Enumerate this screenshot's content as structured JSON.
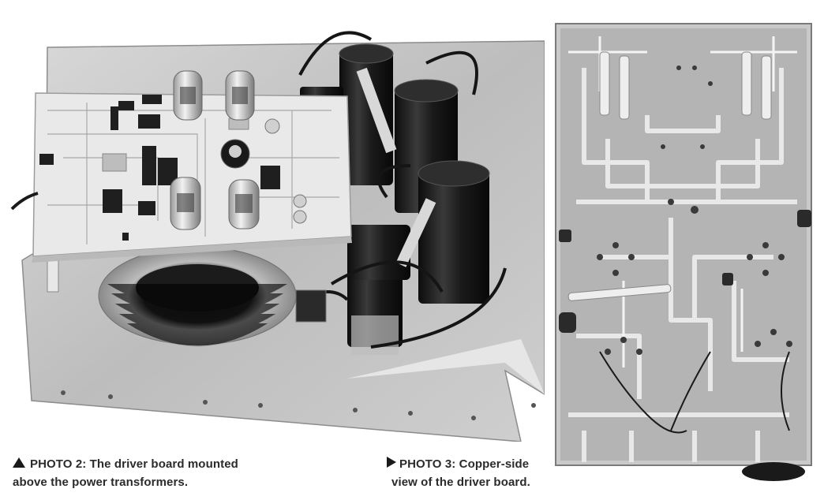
{
  "photo2": {
    "caption_label": "PHOTO 2:",
    "caption_line1": " The driver board mounted",
    "caption_line2": "above the power transformers."
  },
  "photo3": {
    "caption_label": "PHOTO 3:",
    "caption_line1": " Copper-side",
    "caption_line2": "view of the driver board."
  },
  "icons": {
    "photo2_marker": "triangle-up-icon",
    "photo3_marker": "triangle-right-icon"
  },
  "colors": {
    "caption_text": "#2b2b2b",
    "marker": "#1a1a1a"
  }
}
